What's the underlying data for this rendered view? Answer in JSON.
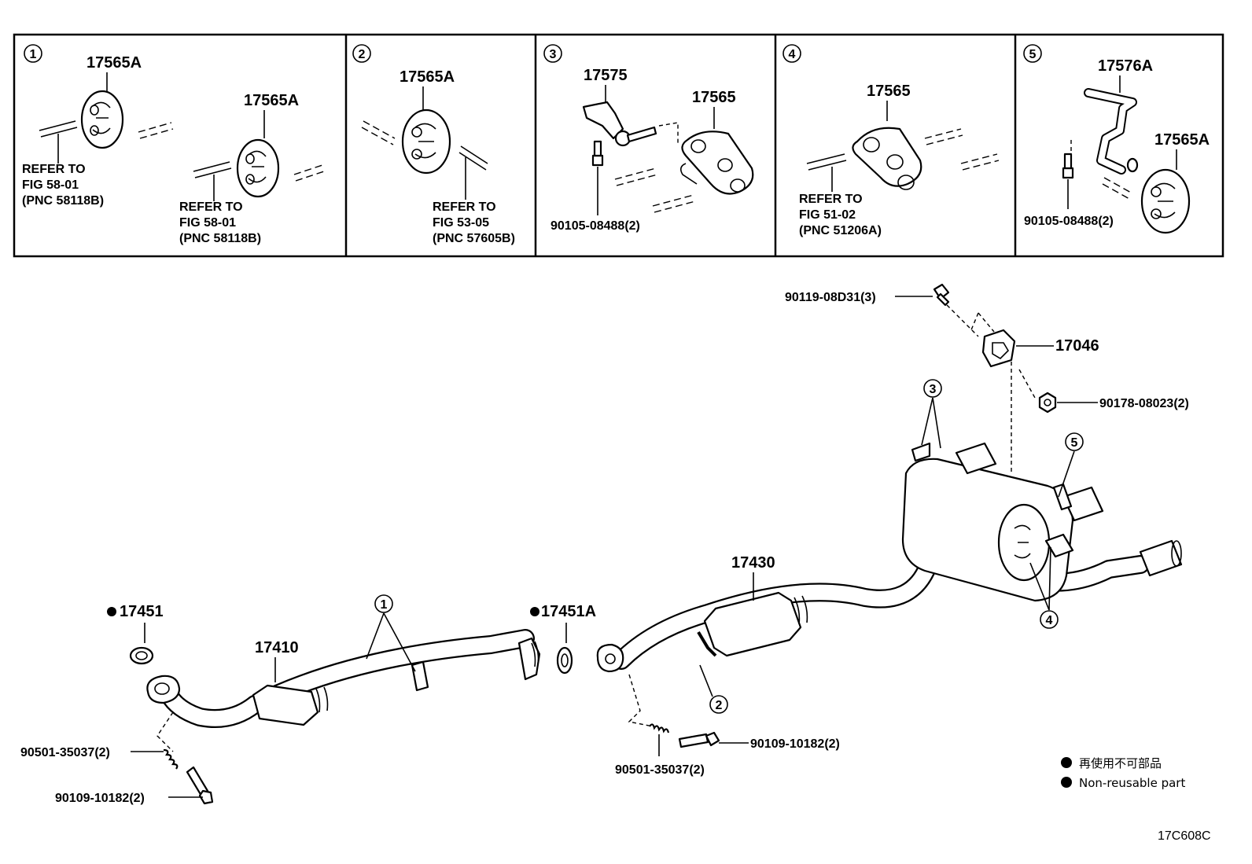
{
  "panels": [
    {
      "circle": "1",
      "labels": {
        "p1": "17565A",
        "p2": "17565A"
      },
      "refs": [
        {
          "line1": "REFER TO",
          "line2": "FIG 58-01",
          "line3": "(PNC 58118B)"
        },
        {
          "line1": "REFER TO",
          "line2": "FIG 58-01",
          "line3": "(PNC 58118B)"
        }
      ]
    },
    {
      "circle": "2",
      "labels": {
        "p1": "17565A"
      },
      "refs": [
        {
          "line1": "REFER TO",
          "line2": "FIG 53-05",
          "line3": "(PNC 57605B)"
        }
      ]
    },
    {
      "circle": "3",
      "labels": {
        "p1": "17575",
        "p2": "17565",
        "p3": "90105-08488(2)"
      }
    },
    {
      "circle": "4",
      "labels": {
        "p1": "17565"
      },
      "refs": [
        {
          "line1": "REFER TO",
          "line2": "FIG 51-02",
          "line3": "(PNC 51206A)"
        }
      ]
    },
    {
      "circle": "5",
      "labels": {
        "p1": "17576A",
        "p2": "17565A",
        "p3": "90105-08488(2)"
      }
    }
  ],
  "main": {
    "labels": {
      "bolt_top": "90119-08D31(3)",
      "bracket": "17046",
      "nut": "90178-08023(2)",
      "tail": "17430",
      "front": "17410",
      "gasket_l": "17451",
      "gasket_r": "17451A",
      "spring_l": "90501-35037(2)",
      "bolt_l": "90109-10182(2)",
      "spring_r": "90501-35037(2)",
      "bolt_r": "90109-10182(2)"
    },
    "callouts": {
      "c1": "1",
      "c2": "2",
      "c3": "3",
      "c4": "4",
      "c5": "5"
    }
  },
  "legend": {
    "jp": "再使用不可部品",
    "en": "Non-reusable part"
  },
  "code": "17C608C"
}
